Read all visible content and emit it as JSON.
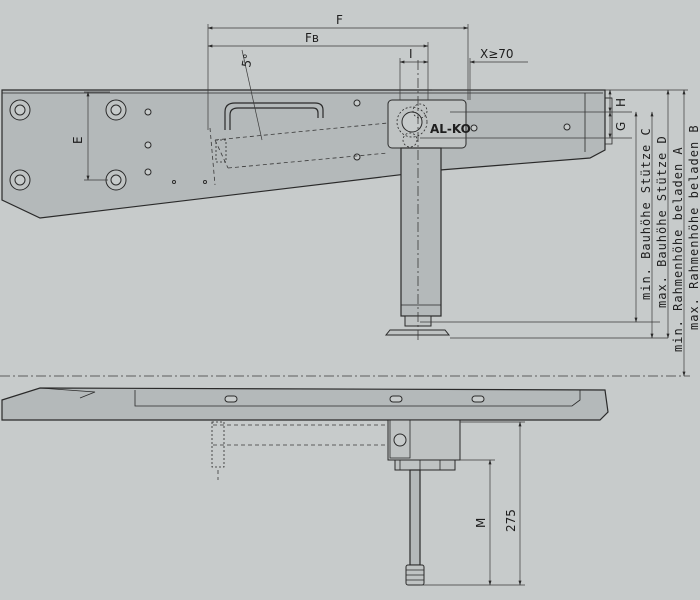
{
  "labels": {
    "F": "F",
    "FB": "Fʙ",
    "I": "I",
    "X": "X≥70",
    "angle": "5°",
    "E": "E",
    "H": "H",
    "G": "G",
    "M": "M",
    "dim275": "275",
    "brand": "AL-KO"
  },
  "vertical_labels": {
    "C": "min. Bauhöhe Stütze C",
    "D": "max. Bauhöhe Stütze D",
    "A": "min. Rahmenhöhe beladen A",
    "B": "max. Rahmenhöhe beladen B"
  }
}
